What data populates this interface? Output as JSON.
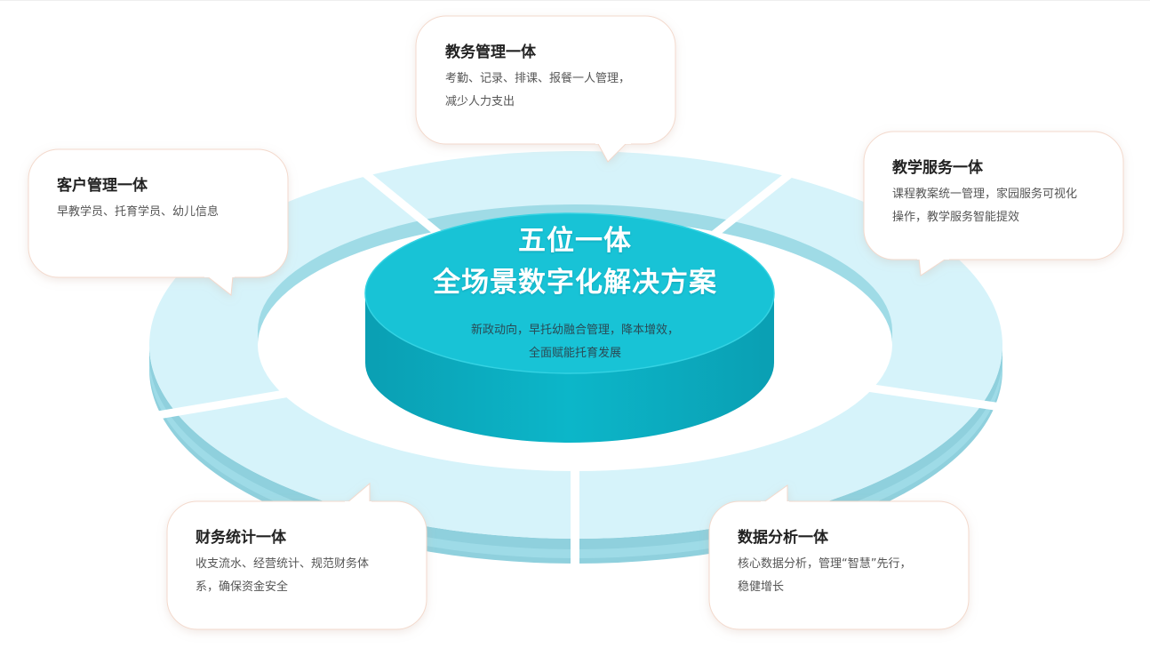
{
  "center": {
    "title_line1": "五位一体",
    "title_line2": "全场景数字化解决方案",
    "desc_line1": "新政动向，早托幼融合管理，降本增效，",
    "desc_line2": "全面赋能托育发展"
  },
  "cards": {
    "academic": {
      "title": "教务管理一体",
      "desc_line1": "考勤、记录、排课、报餐一人管理，",
      "desc_line2": "减少人力支出"
    },
    "customer": {
      "title": "客户管理一体",
      "desc_line1": "早教学员、托育学员、幼儿信息"
    },
    "teaching": {
      "title": "教学服务一体",
      "desc_line1": "课程教案统一管理，家园服务可视化",
      "desc_line2": "操作，教学服务智能提效"
    },
    "finance": {
      "title": "财务统计一体",
      "desc_line1": "收支流水、经营统计、规范财务体",
      "desc_line2": "系，确保资金安全"
    },
    "data": {
      "title": "数据分析一体",
      "desc_line1": "核心数据分析，管理“智慧”先行，",
      "desc_line2": "稳健增长"
    }
  },
  "colors": {
    "ring_top": "#d6f3fa",
    "ring_side": "#8fd0dd",
    "cylinder_top": "#18c3d6",
    "cylinder_side": "#0aa7ba",
    "card_border": "#f3d9cc"
  }
}
